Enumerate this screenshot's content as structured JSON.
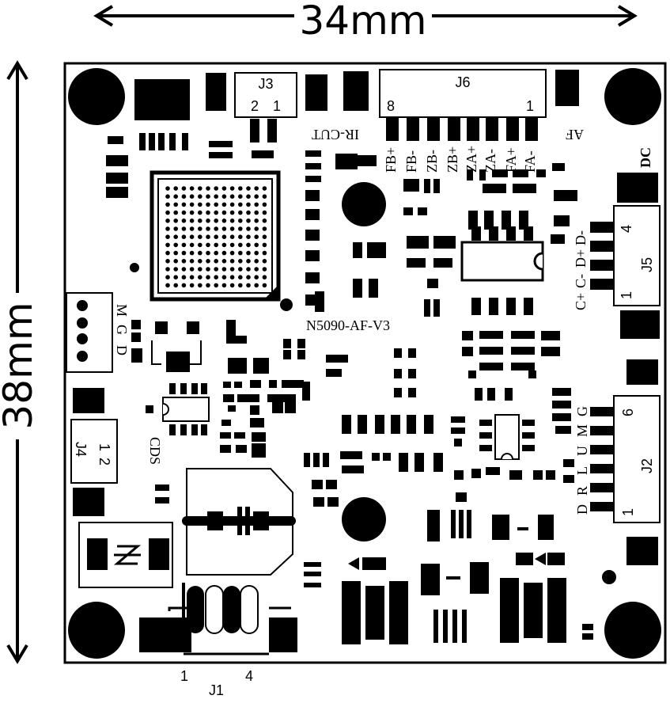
{
  "dimensions": {
    "width": "34mm",
    "height": "38mm"
  },
  "board_name": "N5090-AF-V3",
  "connectors": {
    "j3": {
      "name": "J3",
      "pin_first": "2",
      "pin_last": "1"
    },
    "j6": {
      "name": "J6",
      "pin_first": "8",
      "pin_last": "1",
      "signals": [
        "FB+",
        "FB-",
        "ZB-",
        "ZB+",
        "ZA+",
        "ZA-",
        "FA+",
        "FA-"
      ]
    },
    "j5": {
      "name": "J5",
      "pin_first": "4",
      "pin_last": "1",
      "signals": [
        "C+",
        "C-",
        "D+",
        "D-"
      ]
    },
    "j2": {
      "name": "J2",
      "pin_first": "6",
      "pin_last": "1",
      "signals": [
        "G",
        "M",
        "U",
        "L",
        "R",
        "D"
      ]
    },
    "j4": {
      "name": "J4",
      "pin_first": "1",
      "pin_last": "2"
    },
    "j1": {
      "name": "J1",
      "pin_first": "1",
      "pin_last": "4"
    },
    "mgd": {
      "signals": [
        "M",
        "G",
        "D"
      ]
    }
  },
  "labels": {
    "ir_cut": "IR-CUT",
    "af": "AF",
    "dc": "DC",
    "cds": "CDS"
  }
}
